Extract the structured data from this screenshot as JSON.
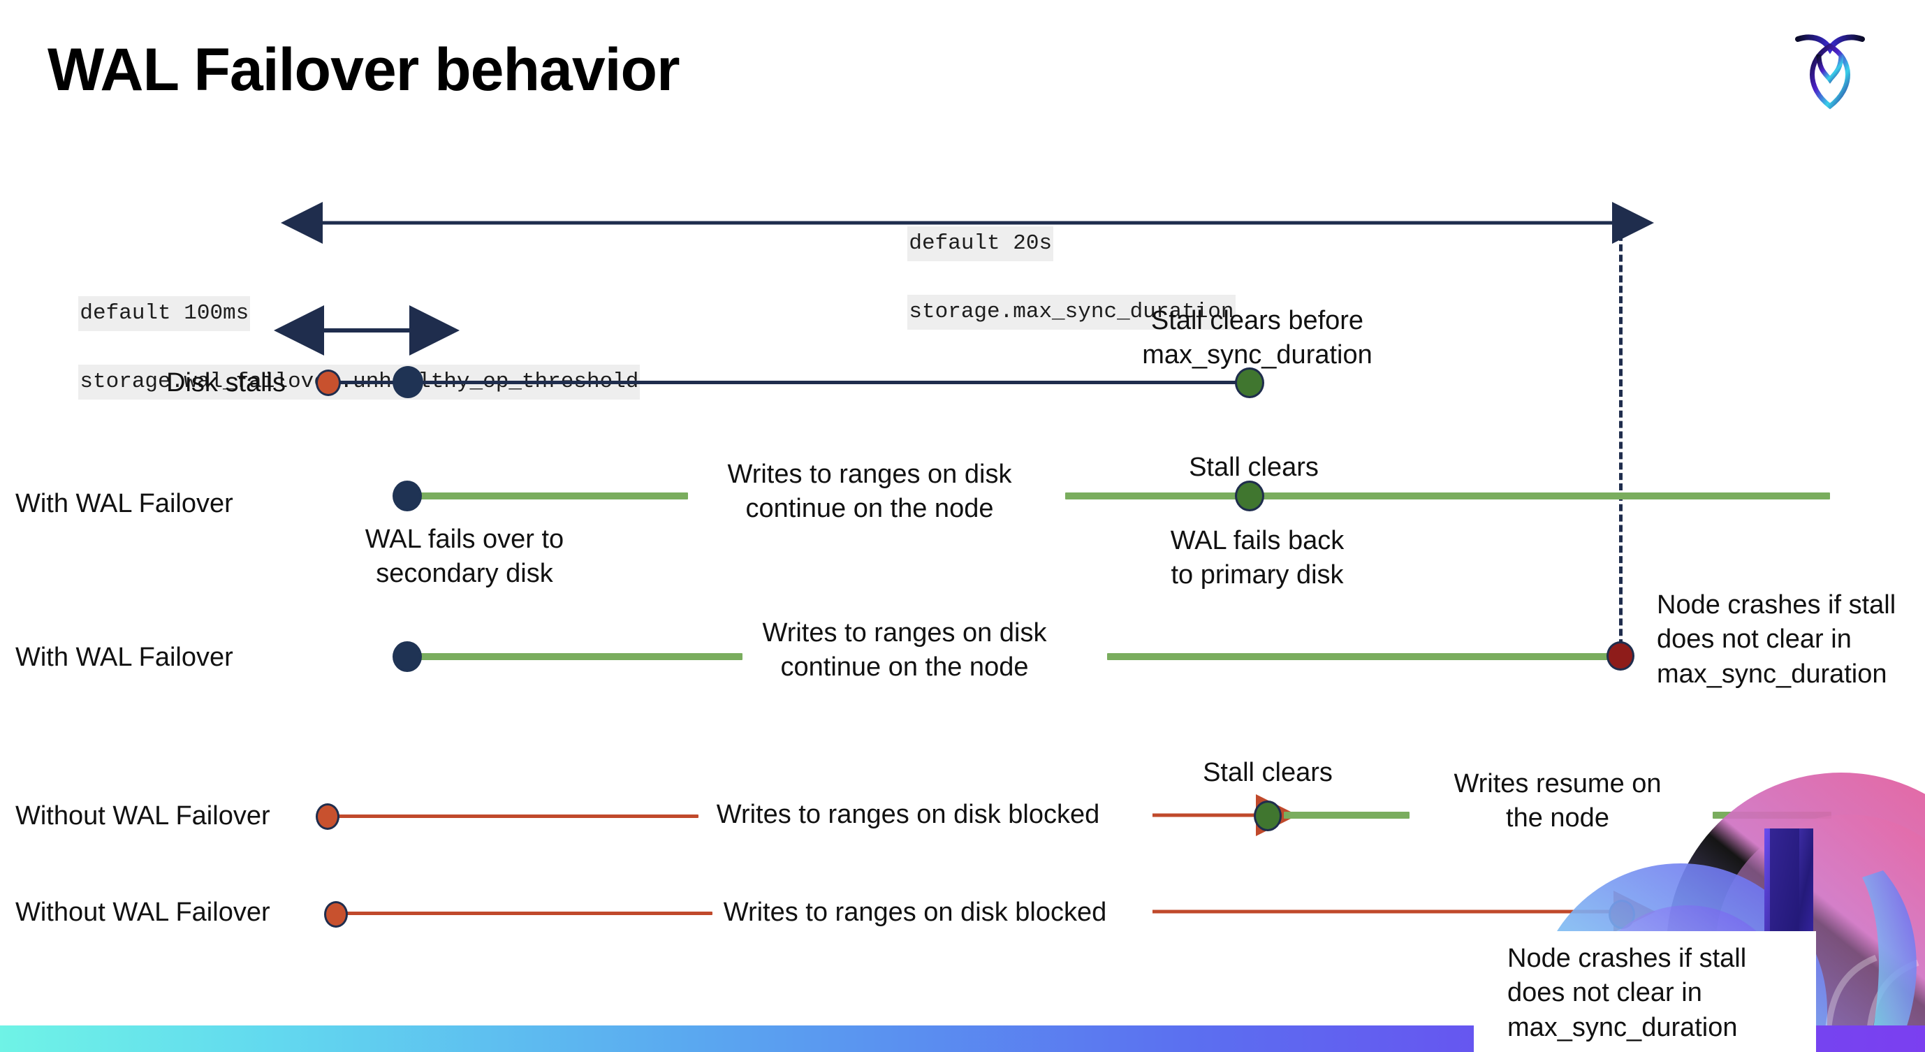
{
  "slide": {
    "title": "WAL Failover behavior",
    "logo_name": "cockroachdb-logo"
  },
  "annotations": {
    "max_sync": {
      "line1": "default 20s",
      "line2": "storage.max_sync_duration"
    },
    "unhealthy_threshold": {
      "line1": "default 100ms",
      "line2": "storage.wal_failover.unhealthy_op_threshold"
    }
  },
  "rows": [
    {
      "label": "Disk stalls",
      "notes": [
        {
          "text": "Stall clears before\nmax_sync_duration"
        }
      ]
    },
    {
      "label": "With WAL Failover",
      "notes": [
        {
          "text": "Writes to ranges on disk\ncontinue on the node"
        },
        {
          "text": "Stall clears"
        },
        {
          "text": "WAL fails over to\nsecondary disk"
        },
        {
          "text": "WAL fails  back\nto primary disk"
        }
      ]
    },
    {
      "label": "With WAL Failover",
      "notes": [
        {
          "text": "Writes to ranges on disk\ncontinue on the node"
        },
        {
          "text": "Node crashes if stall\ndoes not clear in\nmax_sync_duration"
        }
      ]
    },
    {
      "label": "Without WAL Failover",
      "notes": [
        {
          "text": "Writes to ranges on disk  blocked"
        },
        {
          "text": "Stall clears"
        },
        {
          "text": "Writes resume on\nthe node"
        }
      ]
    },
    {
      "label": "Without WAL Failover",
      "notes": [
        {
          "text": "Writes to ranges on disk  blocked"
        },
        {
          "text": "Node crashes if stall\ndoes not clear in\nmax_sync_duration"
        }
      ]
    }
  ],
  "colors": {
    "navy": "#1f2d4d",
    "orange": "#c8512e",
    "green_dot": "#40762f",
    "green_line": "#7aad5e",
    "red_line": "#c0492b",
    "dark_red": "#8e1c1a",
    "code_bg": "#eeeeee"
  },
  "legend_markers": {
    "stall_start": "orange-dot",
    "failover_start": "navy-dot",
    "stall_clear": "green-dot",
    "node_crash": "dark-red-dot"
  }
}
